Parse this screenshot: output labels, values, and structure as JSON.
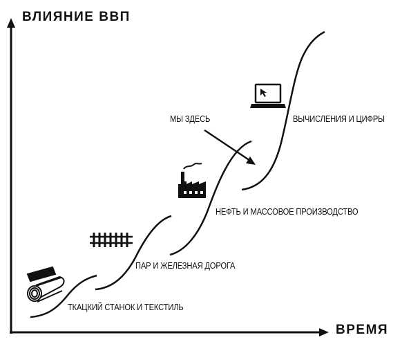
{
  "axes": {
    "y_label": "ВЛИЯНИЕ ВВП",
    "x_label": "ВРЕМЯ"
  },
  "stages": [
    {
      "label": "ТКАЦКИЙ СТАНОК И ТЕКСТИЛЬ",
      "icon": "textile-roll-icon"
    },
    {
      "label": "ПАР И ЖЕЛЕЗНАЯ ДОРОГА",
      "icon": "railway-track-icon"
    },
    {
      "label": "НЕФТЬ И МАССОВОЕ ПРОИЗВОДСТВО",
      "icon": "factory-icon"
    },
    {
      "label": "ВЫЧИСЛЕНИЯ И ЦИФРЫ",
      "icon": "laptop-icon"
    }
  ],
  "marker": {
    "label": "МЫ ЗДЕСЬ"
  },
  "colors": {
    "ink": "#111111",
    "background": "#ffffff"
  }
}
